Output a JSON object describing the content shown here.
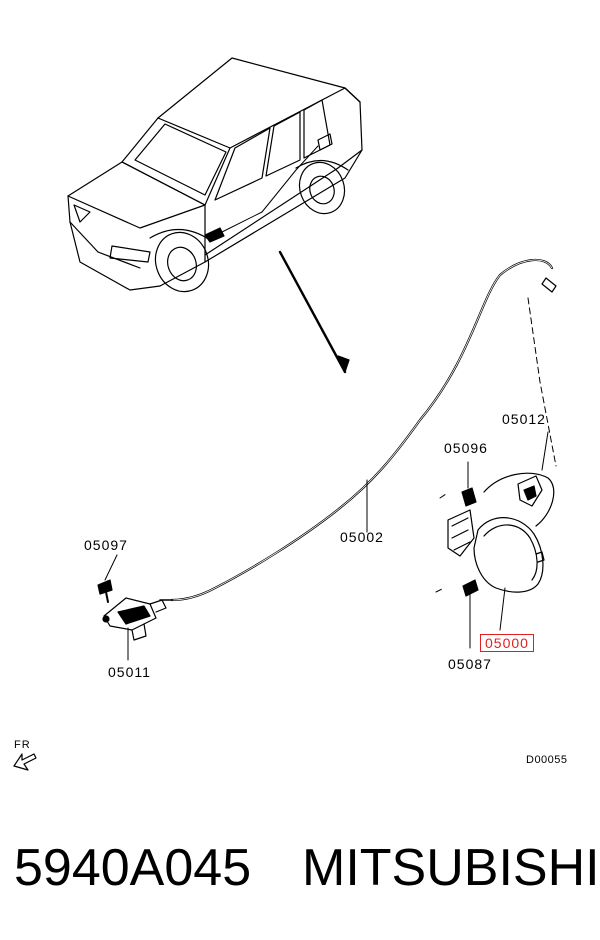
{
  "parts": {
    "p05012": "05012",
    "p05096": "05096",
    "p05097": "05097",
    "p05002": "05002",
    "p05011": "05011",
    "p05000": "05000",
    "p05087": "05087"
  },
  "highlight_color": "#e02020",
  "orientation_label": "FR",
  "diagram_ref": "D00055",
  "footer": {
    "part_number": "5940A045",
    "brand": "MITSUBISHI"
  }
}
